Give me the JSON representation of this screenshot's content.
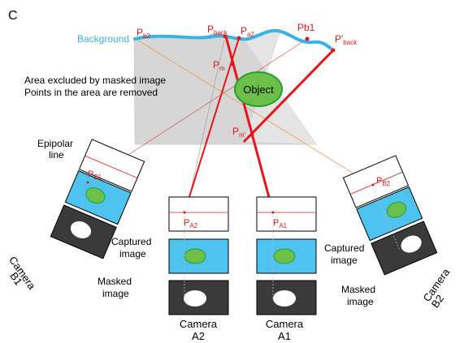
{
  "panel_letter": "C",
  "colors": {
    "background_curve": "#38b3e8",
    "ray_red": "#e8141b",
    "ray_orange": "#f0a060",
    "masked_region": "#d4d4d4",
    "object_fill": "#6cc04a",
    "object_stroke": "#22a030",
    "captured_fill": "#4fc3ef",
    "masked_fill": "#3a3a3a",
    "mask_hole": "#ffffff"
  },
  "labels": {
    "background": "Background",
    "object": "Object",
    "area_line1": "Area excluded by masked image",
    "area_line2": "Points in the area are removed",
    "epipolar_line1": "Epipolar",
    "epipolar_line2": "line",
    "captured_line1": "Captured",
    "captured_line2": "image",
    "masked_line1": "Masked",
    "masked_line2": "image"
  },
  "points": {
    "pb2": {
      "main": "P",
      "sub": "b2"
    },
    "pback": {
      "main": "P",
      "sub": "back"
    },
    "pa2": {
      "main": "P",
      "sub": "a2"
    },
    "pb1": {
      "main": "Pb1",
      "sub": ""
    },
    "pback_prime": {
      "main": "P'",
      "sub": "back"
    },
    "pm": {
      "main": "P",
      "sub": "m"
    },
    "pm_prime": {
      "main": "P",
      "sub": "m'"
    },
    "pB1": {
      "main": "P",
      "sub": "B1"
    },
    "pB2": {
      "main": "P",
      "sub": "B2"
    },
    "pA2": {
      "main": "P",
      "sub": "A2"
    },
    "pA1": {
      "main": "P",
      "sub": "A1"
    }
  },
  "cameras": {
    "b1": {
      "line1": "Camera",
      "line2": "B1"
    },
    "a2": {
      "line1": "Camera",
      "line2": "A2"
    },
    "a1": {
      "line1": "Camera",
      "line2": "A1"
    },
    "b2": {
      "line1": "Camera",
      "line2": "B2"
    }
  }
}
